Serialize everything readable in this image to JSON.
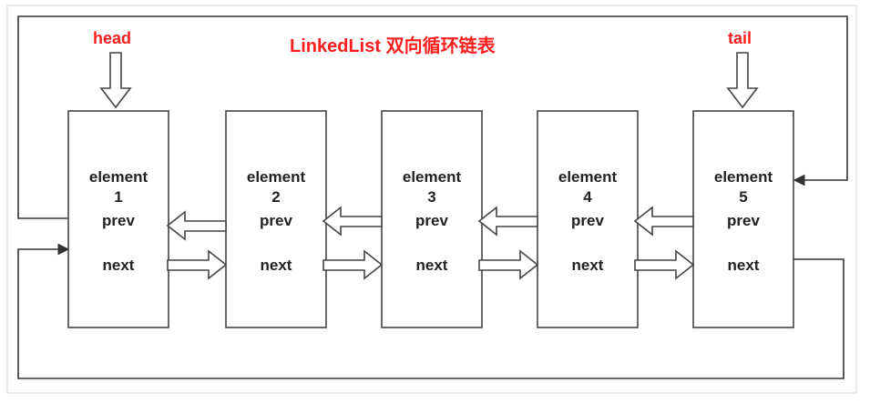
{
  "title": "LinkedList  双向循环链表",
  "pointers": {
    "head": "head",
    "tail": "tail"
  },
  "nodes": [
    {
      "element": "element",
      "index": "1",
      "prev": "prev",
      "next": "next"
    },
    {
      "element": "element",
      "index": "2",
      "prev": "prev",
      "next": "next"
    },
    {
      "element": "element",
      "index": "3",
      "prev": "prev",
      "next": "next"
    },
    {
      "element": "element",
      "index": "4",
      "prev": "prev",
      "next": "next"
    },
    {
      "element": "element",
      "index": "5",
      "prev": "prev",
      "next": "next"
    }
  ],
  "colors": {
    "accent": "#ff1e1e",
    "line": "#333333",
    "outline": "#444444"
  }
}
